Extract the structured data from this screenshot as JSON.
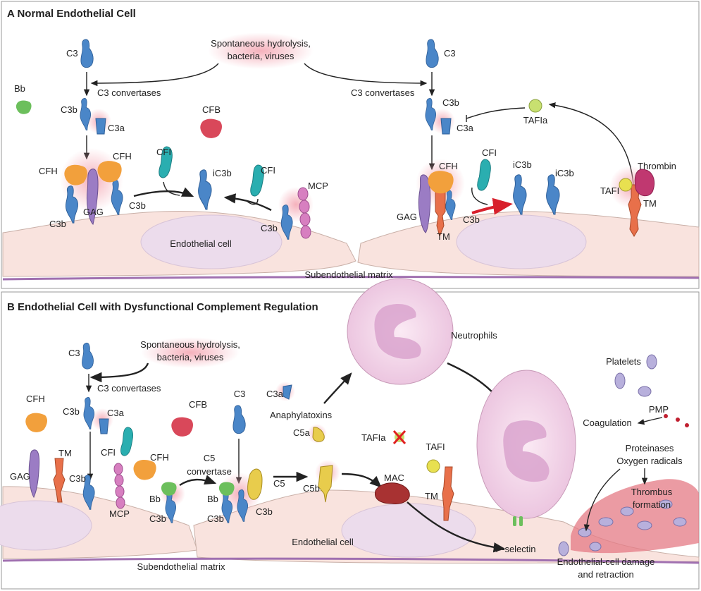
{
  "colors": {
    "c3_blue": "#4a86c8",
    "cfh_orange": "#f2a03c",
    "gag_purple": "#9b7cc4",
    "cfi_teal": "#2aaeb0",
    "mcp_pink": "#d77fc0",
    "cfb_red": "#d9485a",
    "bb_green": "#6cbf5c",
    "c5_yellow": "#e8cc4c",
    "tafia_lime": "#c8e070",
    "tm_orange": "#e8704a",
    "thrombin_magenta": "#c03870",
    "mac_darkred": "#a83232",
    "cell_fill": "#f9e3de",
    "matrix_line": "#a070b0",
    "halo_red": "#f4b0b8",
    "neutrophil": "#f0cfe6"
  },
  "panel_a": {
    "title": "A   Normal Endothelial Cell",
    "trigger": [
      "Spontaneous hydrolysis,",
      "bacteria, viruses"
    ],
    "left": {
      "c3": "C3",
      "convertases": "C3 convertases",
      "c3b": "C3b",
      "c3a": "C3a",
      "cfb": "CFB",
      "bb": "Bb",
      "cfh_1": "CFH",
      "cfh_2": "CFH",
      "gag": "GAG",
      "c3b_1": "C3b",
      "c3b_2": "C3b",
      "cfi_1": "CFI",
      "cfi_2": "CFI",
      "ic3b": "iC3b",
      "mcp": "MCP",
      "c3b_3": "C3b"
    },
    "right": {
      "c3": "C3",
      "convertases": "C3 convertases",
      "c3b": "C3b",
      "c3a": "C3a",
      "tafia": "TAFIa",
      "cfi": "CFI",
      "cfh": "CFH",
      "gag": "GAG",
      "tm": "TM",
      "ic3b_1": "iC3b",
      "ic3b_2": "iC3b",
      "thrombin": "Thrombin",
      "tafi": "TAFI",
      "tm_2": "TM"
    },
    "endothelial_cell": "Endothelial cell",
    "matrix": "Subendothelial matrix"
  },
  "panel_b": {
    "title": "B   Endothelial Cell with Dysfunctional Complement Regulation",
    "trigger": [
      "Spontaneous hydrolysis,",
      "bacteria, viruses"
    ],
    "c3": "C3",
    "convertases": "C3 convertases",
    "cfh": "CFH",
    "c3b": "C3b",
    "c3a": "C3a",
    "cfi": "CFI",
    "cfb": "CFB",
    "gag": "GAG",
    "tm": "TM",
    "c3b_2": "C3b",
    "mcp": "MCP",
    "cfh_2": "CFH",
    "bb_1": "Bb",
    "c3b_3": "C3b",
    "c5_convertase": [
      "C5",
      "convertase"
    ],
    "c3_2": "C3",
    "bb_2": "Bb",
    "c3b_4": "C3b",
    "c3b_5": "C3b",
    "c5": "C5",
    "c3a_2": "C3a",
    "anaphylatoxins": "Anaphylatoxins",
    "c5a": "C5a",
    "c5b": "C5b",
    "tafia": "TAFIa",
    "tafi": "TAFI",
    "tm_2": "TM",
    "mac": "MAC",
    "neutrophils": "Neutrophils",
    "platelets": "Platelets",
    "pmp": "PMP",
    "coagulation": "Coagulation",
    "proteinases": "Proteinases",
    "oxygen_radicals": "Oxygen radicals",
    "thrombus": [
      "Thrombus",
      "formation"
    ],
    "p_selectin": "P-selectin",
    "endothelial_cell": "Endothelial cell",
    "matrix": "Subendothelial matrix",
    "damage": [
      "Endothelial-cell damage",
      "and retraction"
    ]
  }
}
